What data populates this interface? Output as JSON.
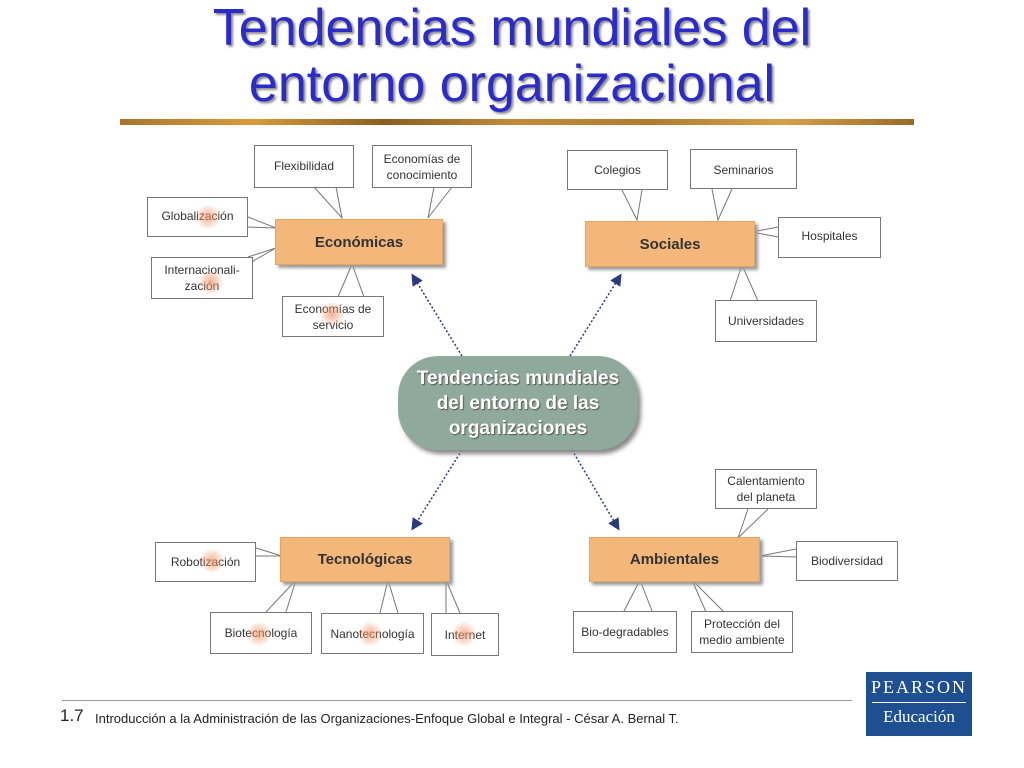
{
  "title": {
    "line1": "Tendencias mundiales del",
    "line2": "entorno organizacional"
  },
  "center": {
    "line1": "Tendencias mundiales",
    "line2": "del entorno de las",
    "line3": "organizaciones"
  },
  "categories": {
    "economicas": "Económicas",
    "sociales": "Sociales",
    "tecnologicas": "Tecnológicas",
    "ambientales": "Ambientales"
  },
  "callouts": {
    "flexibilidad": "Flexibilidad",
    "economias_conocimiento": "Economías de conocimiento",
    "globalizacion": "Globalización",
    "internacionalizacion": "Internacionali-zación",
    "economias_servicio": "Economías de servicio",
    "colegios": "Colegios",
    "seminarios": "Seminarios",
    "hospitales": "Hospitales",
    "universidades": "Universidades",
    "calentamiento": "Calentamiento del planeta",
    "biodiversidad": "Biodiversidad",
    "biodegradables": "Bio-degradables",
    "proteccion": "Protección del medio ambiente",
    "robotizacion": "Robotización",
    "biotecnologia": "Biotecnología",
    "nanotecnologia": "Nanotecnología",
    "internet": "Internet"
  },
  "footer": {
    "number": "1.7",
    "text": "Introducción a la Administración de las Organizaciones-Enfoque Global e Integral - César A. Bernal T."
  },
  "logo": {
    "line1": "PEARSON",
    "line2": "Educación"
  },
  "colors": {
    "title": "#2b2bc8",
    "category": "#f4b77b",
    "center": "#8faa9c",
    "logo": "#1d4f91"
  }
}
